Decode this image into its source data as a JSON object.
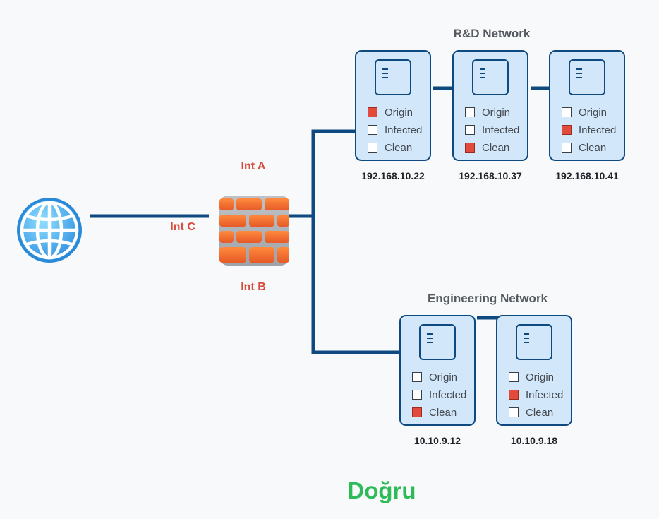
{
  "networks": {
    "rd_title": "R&D Network",
    "eng_title": "Engineering Network"
  },
  "interfaces": {
    "a": "Int A",
    "b": "Int B",
    "c": "Int C"
  },
  "option_labels": {
    "origin": "Origin",
    "infected": "Infected",
    "clean": "Clean"
  },
  "hosts": [
    {
      "ip": "192.168.10.22",
      "selected": "origin"
    },
    {
      "ip": "192.168.10.37",
      "selected": "clean"
    },
    {
      "ip": "192.168.10.41",
      "selected": "infected"
    },
    {
      "ip": "10.10.9.12",
      "selected": "clean"
    },
    {
      "ip": "10.10.9.18",
      "selected": "infected"
    }
  ],
  "result": "Doğru",
  "colors": {
    "wire": "#0e4a80",
    "checked": "#e24b3c",
    "interface_label": "#d9493a",
    "result": "#2dbb58"
  },
  "icons": {
    "internet": "globe-icon",
    "firewall": "firewall-icon",
    "host": "monitor-icon"
  }
}
